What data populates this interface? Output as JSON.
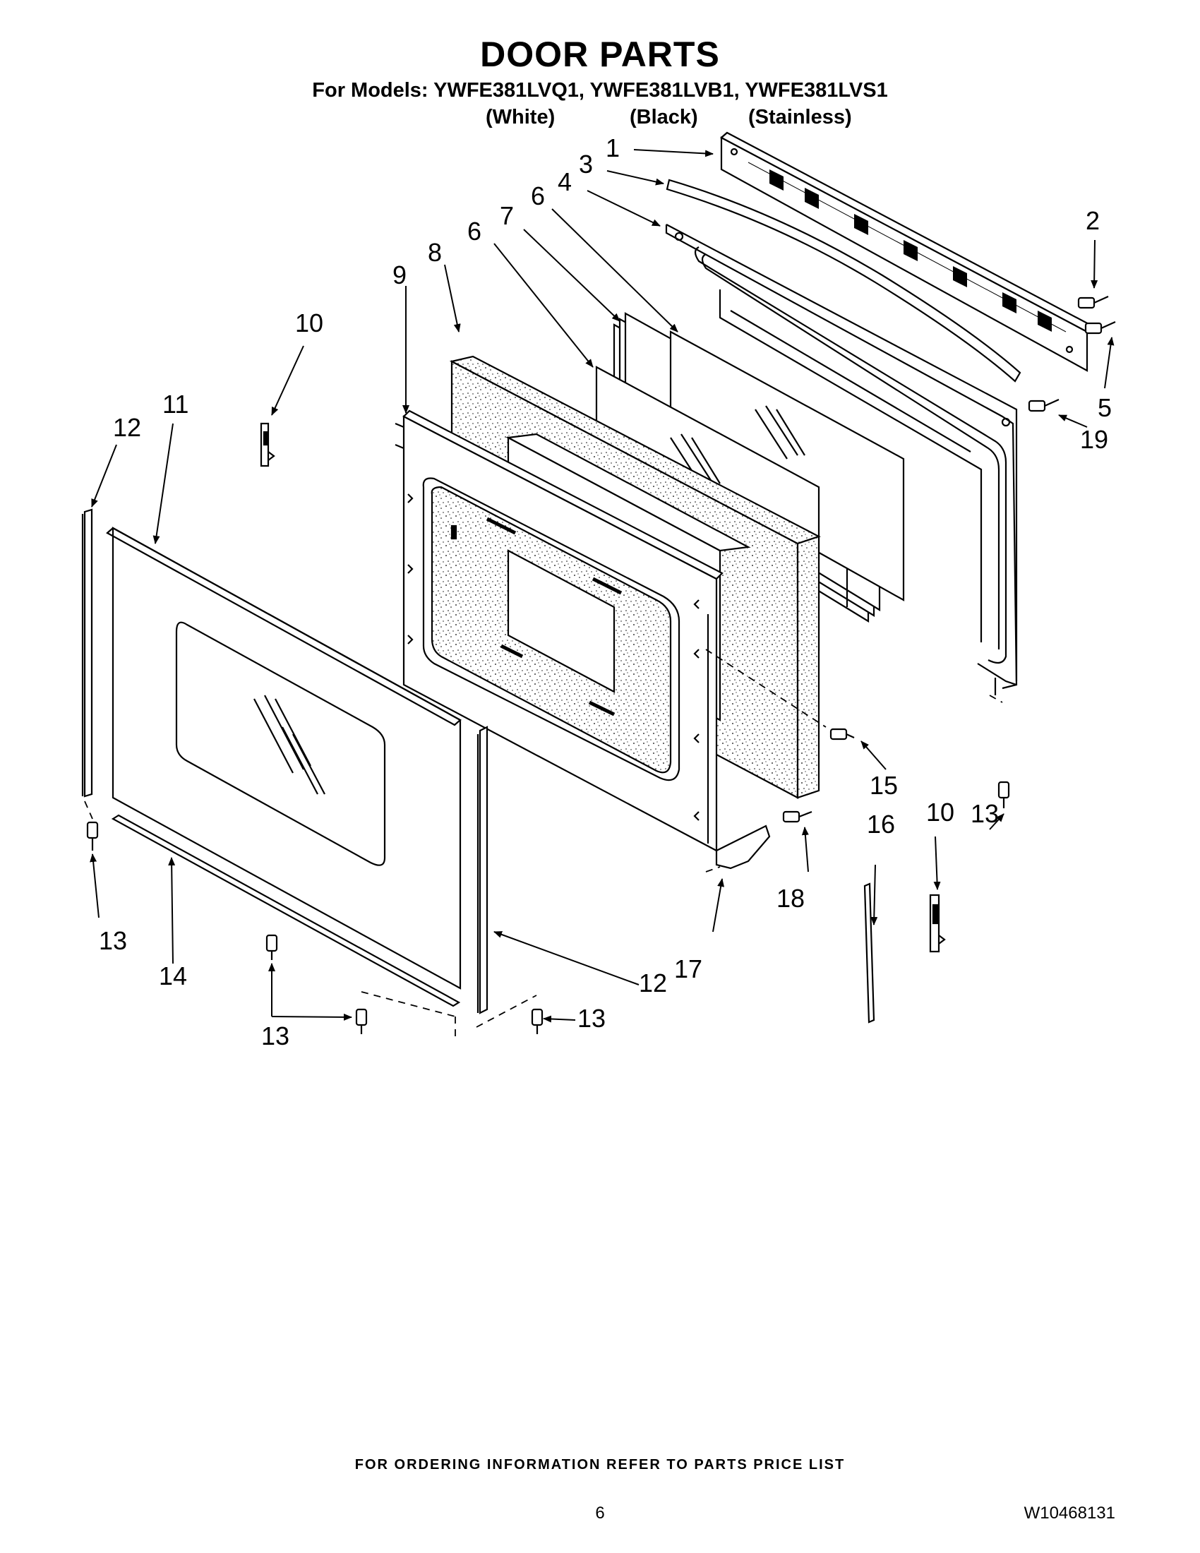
{
  "header": {
    "title": "DOOR PARTS",
    "models_line": "For Models: YWFE381LVQ1, YWFE381LVB1, YWFE381LVS1",
    "variants": [
      "(White)",
      "(Black)",
      "(Stainless)"
    ]
  },
  "callouts": {
    "c1": "1",
    "c2": "2",
    "c3": "3",
    "c4": "4",
    "c5": "5",
    "c6a": "6",
    "c6b": "6",
    "c7": "7",
    "c8": "8",
    "c9": "9",
    "c10a": "10",
    "c10b": "10",
    "c11": "11",
    "c12a": "12",
    "c12b": "12",
    "c13a": "13",
    "c13b": "13",
    "c13c": "13",
    "c13d": "13",
    "c14": "14",
    "c15": "15",
    "c16": "16",
    "c17": "17",
    "c18": "18",
    "c19": "19"
  },
  "footer": {
    "ordering_note": "FOR ORDERING INFORMATION REFER TO PARTS PRICE LIST",
    "page_number": "6",
    "document_number": "W10468131"
  }
}
